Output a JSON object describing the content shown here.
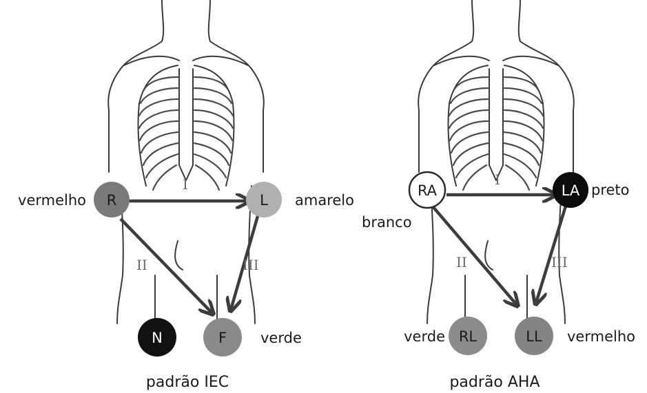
{
  "iec": {
    "caption": "padrão IEC",
    "electrodes": {
      "right_arm": {
        "code": "R",
        "color_name": "vermelho",
        "fill": "#7a7a7a",
        "text_color": "#555555"
      },
      "left_arm": {
        "code": "L",
        "color_name": "amarelo",
        "fill": "#b0b0b0",
        "text_color": "#8a8a8a"
      },
      "neutral": {
        "code": "N",
        "fill": "#111111",
        "text_color": "#ffffff"
      },
      "foot": {
        "code": "F",
        "color_name": "verde",
        "fill": "#8a8a8a",
        "text_color": "#6a6a6a"
      }
    },
    "leads": {
      "lead1": "I",
      "lead2": "II",
      "lead3": "III"
    }
  },
  "aha": {
    "caption": "padrão AHA",
    "electrodes": {
      "right_arm": {
        "code": "RA",
        "color_name": "branco",
        "fill": "#ffffff",
        "text_color": "#1a1a1a"
      },
      "left_arm": {
        "code": "LA",
        "color_name": "preto",
        "fill": "#0c0c0c",
        "text_color": "#ffffff"
      },
      "right_leg": {
        "code": "RL",
        "color_name": "verde",
        "fill": "#8c8c8c",
        "text_color": "#6a6a6a"
      },
      "left_leg": {
        "code": "LL",
        "color_name": "vermelho",
        "fill": "#848484",
        "text_color": "#666666"
      }
    },
    "leads": {
      "lead1": "I",
      "lead2": "II",
      "lead3": "III"
    }
  },
  "colors": {
    "outline": "#3a3a3a",
    "arrow": "#3c3c3c"
  }
}
